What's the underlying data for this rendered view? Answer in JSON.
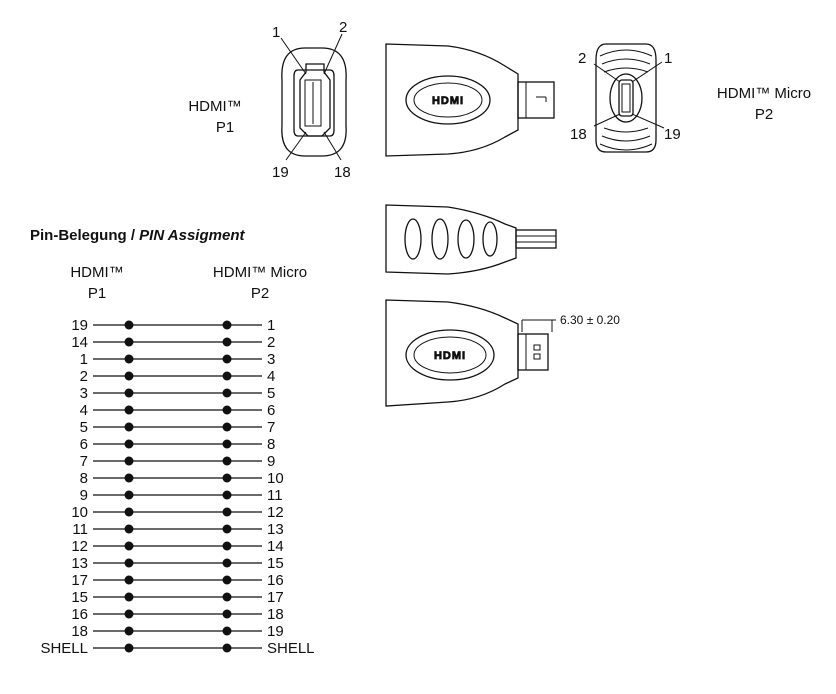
{
  "labels": {
    "p1_name": "HDMI™",
    "p1_id": "P1",
    "p2_name": "HDMI™ Micro",
    "p2_id": "P2"
  },
  "front_p1_pins": {
    "top_left": "1",
    "top_right": "2",
    "bottom_left": "19",
    "bottom_right": "18"
  },
  "front_p2_pins": {
    "top_left": "2",
    "top_right": "1",
    "bottom_left": "18",
    "bottom_right": "19"
  },
  "logo_text": "HDMI",
  "dimension": "6.30 ± 0.20",
  "assignment": {
    "title": "Pin-Belegung / ",
    "title_italic": "PIN Assigment",
    "col_left_name": "HDMI™",
    "col_left_id": "P1",
    "col_right_name": "HDMI™ Micro",
    "col_right_id": "P2",
    "rows": [
      {
        "p1": "19",
        "p2": "1"
      },
      {
        "p1": "14",
        "p2": "2"
      },
      {
        "p1": "1",
        "p2": "3"
      },
      {
        "p1": "2",
        "p2": "4"
      },
      {
        "p1": "3",
        "p2": "5"
      },
      {
        "p1": "4",
        "p2": "6"
      },
      {
        "p1": "5",
        "p2": "7"
      },
      {
        "p1": "6",
        "p2": "8"
      },
      {
        "p1": "7",
        "p2": "9"
      },
      {
        "p1": "8",
        "p2": "10"
      },
      {
        "p1": "9",
        "p2": "11"
      },
      {
        "p1": "10",
        "p2": "12"
      },
      {
        "p1": "11",
        "p2": "13"
      },
      {
        "p1": "12",
        "p2": "14"
      },
      {
        "p1": "13",
        "p2": "15"
      },
      {
        "p1": "17",
        "p2": "16"
      },
      {
        "p1": "15",
        "p2": "17"
      },
      {
        "p1": "16",
        "p2": "18"
      },
      {
        "p1": "18",
        "p2": "19"
      },
      {
        "p1": "SHELL",
        "p2": "SHELL"
      }
    ]
  }
}
